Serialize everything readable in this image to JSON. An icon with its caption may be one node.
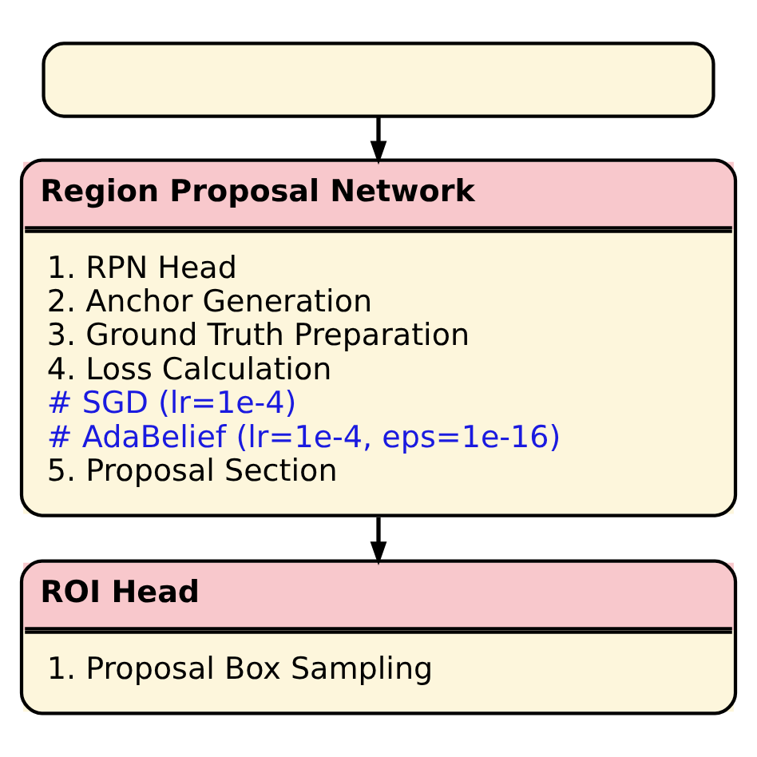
{
  "diagram": {
    "nodes": [
      {
        "text": [],
        "shape": "box"
      },
      {
        "text": [
          "Region Proposal Network",
          "1. RPN Head",
          "2. Anchor Generation",
          "3. Ground Truth Preparation",
          "4. Loss Calculation",
          "# SGD (lr=1e-4)",
          "# AdaBelief (lr=1e-4, eps=1e-16)",
          "5. Proposal Section"
        ]
      },
      {
        "text": [
          "ROI Head",
          "1. Proposal Box Sampling"
        ]
      }
    ],
    "edges": [
      {
        "from": 0,
        "to": 1,
        "arrow": "to"
      },
      {
        "from": 1,
        "to": 2,
        "arrow": "to"
      }
    ]
  }
}
